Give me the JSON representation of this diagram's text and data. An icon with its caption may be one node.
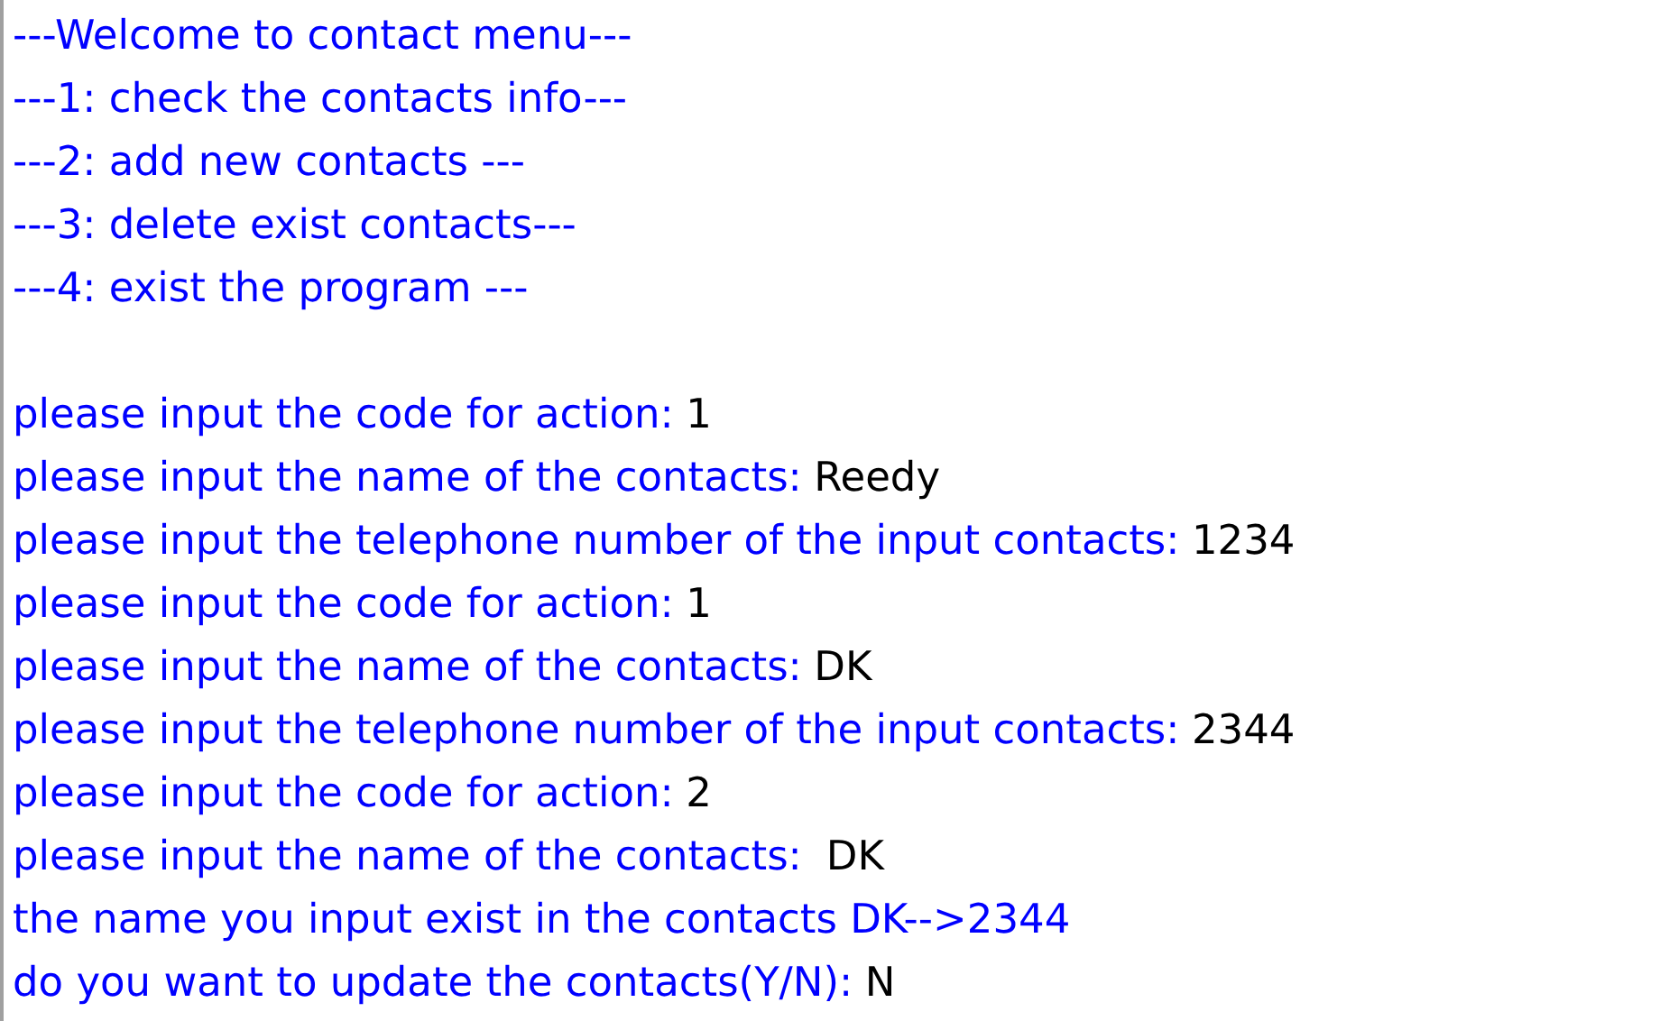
{
  "diagram": {
    "labels": [
      "---Welcome to contact menu---",
      "---1: check the contacts info---",
      "---2: add new contacts ---",
      "---3: delete exist contacts---",
      "---4: exist the program ---",
      "please input the code for action:",
      "1",
      "please input the name of the contacts:",
      "Reedy",
      "please input the telephone number of the input contacts:",
      "1234",
      "please input the code for action:",
      "1",
      "please input the name of the contacts:",
      "DK",
      "please input the telephone number of the input contacts:",
      "2344",
      "please input the code for action:",
      "2",
      "please input the name of the contacts:",
      "DK",
      "the name you input exist in the contacts DK-->2344",
      "do you want to update the contacts(Y/N):",
      "N"
    ]
  }
}
